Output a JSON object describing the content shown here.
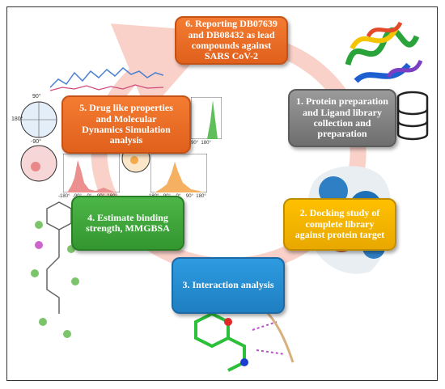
{
  "steps": {
    "step6": "6. Reporting DB07639\nand DB08432 as lead\ncompounds against\nSARS CoV-2",
    "step1": "1. Protein preparation\nand Ligand library\ncollection and\npreparation",
    "step2": "2. Docking study of\ncomplete library\nagainst protein target",
    "step3": "3. Interaction analysis",
    "step4": "4. Estimate binding\nstrength, MMGBSA",
    "step5": "5. Drug like properties\nand Molecular\nDynamics Simulation\nanalysis"
  },
  "plot_labels": {
    "polar_top": "90°",
    "polar_left": "180°",
    "polar_bottom": "-90°",
    "hist_axis": "-180°  -90°    0°    90°  180°",
    "hist_axis2": "-180°  -90°    0°    90°  180°",
    "hist_right_axis": "90°  180°"
  },
  "colors": {
    "ring": "#f9c9c0",
    "step6": "#e96b25",
    "step1": "#808080",
    "step2": "#f5b400",
    "step3": "#2a8fd6",
    "step4": "#40a83c",
    "step5": "#e96b25"
  }
}
